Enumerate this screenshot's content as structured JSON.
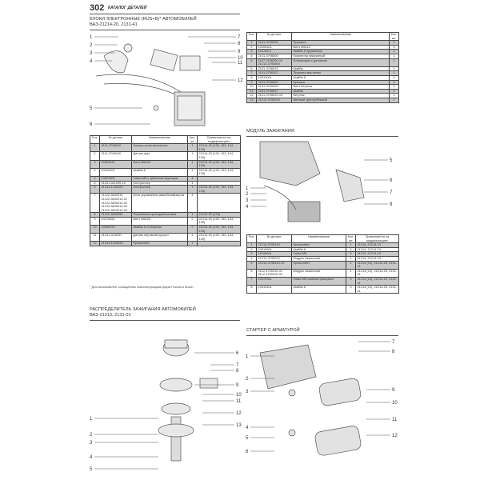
{
  "header": {
    "page_number": "302",
    "running_title": "КАТАЛОГ ДЕТАЛЕЙ"
  },
  "sections": {
    "blocks": {
      "title_line1": "БЛОКИ ЭЛЕКТРОННЫЕ (RUS+B)* АВТОМОБИЛЕЙ",
      "title_line2": "ВАЗ-21214-20, 2131-41",
      "callouts": [
        "1",
        "2",
        "3",
        "4",
        "5",
        "6",
        "7",
        "8",
        "9",
        "10",
        "11",
        "12"
      ],
      "footnote": "* Для автомобилей, оснащенных комплектующими фирм России и Bosch."
    },
    "distributor": {
      "title_line1": "РАСПРЕДЕЛИТЕЛЬ ЗАЖИГАНИЯ АВТОМОБИЛЕЙ",
      "title_line2": "ВАЗ-21213, 2131-01",
      "callouts": [
        "1",
        "2",
        "3",
        "4",
        "5",
        "6",
        "7",
        "8",
        "9",
        "10",
        "11",
        "12",
        "13"
      ]
    },
    "ignition": {
      "title": "МОДУЛЬ ЗАЖИГАНИЯ",
      "callouts": [
        "1",
        "2",
        "3",
        "4",
        "5",
        "6",
        "7",
        "8"
      ]
    },
    "starter": {
      "title": "СТАРТЕР С АРМАТУРОЙ",
      "callouts": [
        "1",
        "2",
        "3",
        "4",
        "5",
        "6",
        "7",
        "8",
        "9",
        "10",
        "11",
        "12"
      ]
    }
  },
  "tables": {
    "distributor": {
      "headers": [
        "Поз.",
        "№ детали",
        "Наименование",
        "Кол. шт."
      ],
      "rows": [
        [
          "1",
          "2101-3706004",
          "Пружина",
          "2"
        ],
        [
          "2",
          "10005401",
          "Винт М5х12",
          "2"
        ],
        [
          "3",
          "11105471",
          "Шайба 5 пружинная",
          "2"
        ],
        [
          "4",
          "2101-3706600",
          "Корректор вакуумный",
          "1"
        ],
        [
          "5",
          "2107-3706200-10\n21213-3706300",
          "Платформа с датчиком",
          "1"
        ],
        [
          "6",
          "2101-3706013",
          "Шайба",
          "1"
        ],
        [
          "7",
          "2101-3706107",
          "Пружина масленки",
          "1"
        ],
        [
          "8",
          "10519001",
          "Шайба 5",
          "2"
        ],
        [
          "9",
          "2101-3706500",
          "Крышка",
          "1"
        ],
        [
          "10",
          "2101-3706026",
          "Винт бегунка",
          "2"
        ],
        [
          "11",
          "2101-3706027",
          "Шайба",
          "2"
        ],
        [
          "12",
          "2101-3706020-10",
          "Бегунок",
          "1"
        ],
        [
          "13",
          "21213-3706200",
          "Автомат центробежный",
          "1"
        ]
      ]
    },
    "blocks": {
      "headers": [
        "Поз.",
        "№ детали",
        "Наименование",
        "Кол. шт.",
        "Применяется на модификациях"
      ],
      "rows": [
        [
          "1",
          "2111-3706842",
          "Кольцо уплотнительное",
          "1",
          "21214-20 (130, 133, 134, 139)"
        ],
        [
          "2",
          "2111-3706040",
          "Датчик фаз",
          "1",
          "21214-20 (130, 133, 134, 139)"
        ],
        [
          "3",
          "10903421",
          "Болт М6х20",
          "1",
          "21214-20 (130, 133, 134, 139)"
        ],
        [
          "4",
          "10519401",
          "Шайба 6",
          "1",
          "21214-20 (130, 133, 134, 139)"
        ],
        [
          "5",
          "13021801",
          "Гайка М6 с зубчатым буртиком",
          "4",
          ""
        ],
        [
          "6",
          "2123-1411020-10",
          "Контроллер",
          "1",
          ""
        ],
        [
          "6",
          "21214-1411020",
          "Контроллер",
          "1",
          "21214-20 (130, 133, 134, 139)"
        ],
        [
          "7",
          "21102-3840010\n21102-3840010-01\n21102-3840010-02\n21102-3840010-03\n21102-3840010-04",
          "Блок управления иммобилайзером",
          "1",
          ""
        ],
        [
          "8",
          "21102-3840060",
          "Перемычка цепи диагностики",
          "1",
          "21214-20 (133)"
        ],
        [
          "9",
          "13270651",
          "Винт М6х25",
          "2",
          "21214-20 (130, 133, 134, 139)"
        ],
        [
          "10",
          "12605370",
          "Шайба 6 стопорная",
          "2",
          "21214-20 (130, 133, 134, 139)"
        ],
        [
          "11",
          "2123-1413030",
          "Датчик неровной дороги",
          "1",
          "21214-20 (130, 133, 134, 139)"
        ],
        [
          "12",
          "21214-1413154",
          "Кронштейн",
          "1",
          ""
        ]
      ]
    },
    "ignition": {
      "headers": [
        "Поз.",
        "№ детали",
        "Наименование",
        "Кол. шт.",
        "Применяется на модификациях"
      ],
      "rows": [
        [
          "1",
          "21214-3705410",
          "Кронштейн",
          "1",
          "21214, 21214-13"
        ],
        [
          "2",
          "10519601",
          "Шайба 8",
          "3",
          "21214, 21214-13"
        ],
        [
          "3",
          "16106611",
          "Гайка М8",
          "3",
          "21214, 21214-13"
        ],
        [
          "4",
          "21214-3705010",
          "Модуль зажигания",
          "1",
          "21214, 21214-13"
        ],
        [
          "5",
          "21214-3705410-10",
          "Кронштейн",
          "1",
          "21214 (10), 21214-20, 2131-41"
        ],
        [
          "6",
          "2112-3705010-01\n2112-3705010-02",
          "Модуль зажигания",
          "1",
          "21214 (10), 21214-20, 2131-41"
        ],
        [
          "7",
          "12574311",
          "Гайка М6 самоконтрящаяся",
          "3",
          "21214 (10), 21214-20, 2131-41"
        ],
        [
          "8",
          "10519401",
          "Шайба 6",
          "3",
          "21214 (10), 21214-20, 2131-41"
        ]
      ]
    }
  }
}
